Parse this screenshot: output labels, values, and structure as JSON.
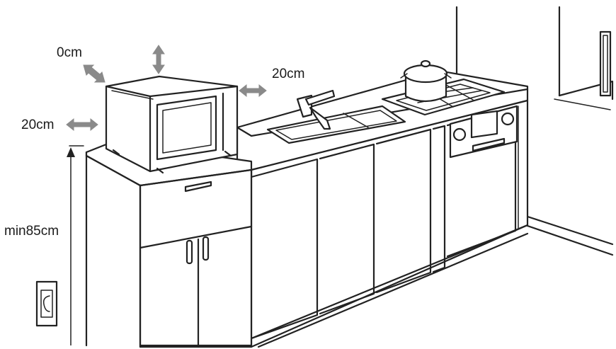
{
  "labels": {
    "top_left_clearance": "0cm",
    "right_clearance": "20cm",
    "left_clearance": "20cm",
    "min_height": "min85cm"
  },
  "colors": {
    "line": "#222222",
    "arrow": "#8a8a8a",
    "background": "#ffffff"
  }
}
